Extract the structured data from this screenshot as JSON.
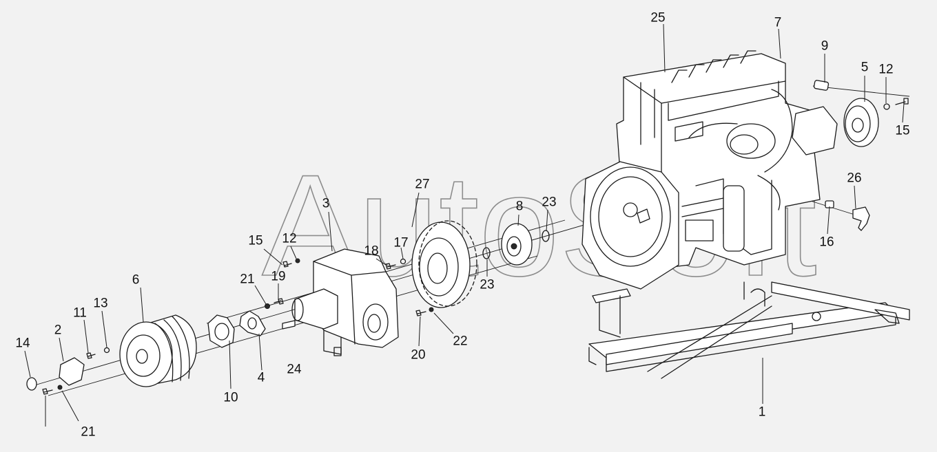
{
  "watermark": "AutoSoft",
  "callouts": [
    {
      "id": "c25a",
      "text": "25"
    },
    {
      "id": "c7",
      "text": "7"
    },
    {
      "id": "c9",
      "text": "9"
    },
    {
      "id": "c5",
      "text": "5"
    },
    {
      "id": "c12a",
      "text": "12"
    },
    {
      "id": "c15a",
      "text": "15"
    },
    {
      "id": "c26",
      "text": "26"
    },
    {
      "id": "c16",
      "text": "16"
    },
    {
      "id": "c27",
      "text": "27"
    },
    {
      "id": "c3",
      "text": "3"
    },
    {
      "id": "c8",
      "text": "8"
    },
    {
      "id": "c23a",
      "text": "23"
    },
    {
      "id": "c23b",
      "text": "23"
    },
    {
      "id": "c15b",
      "text": "15"
    },
    {
      "id": "c12b",
      "text": "12"
    },
    {
      "id": "c18",
      "text": "18"
    },
    {
      "id": "c17",
      "text": "17"
    },
    {
      "id": "c21a",
      "text": "21"
    },
    {
      "id": "c19",
      "text": "19"
    },
    {
      "id": "c6",
      "text": "6"
    },
    {
      "id": "c11",
      "text": "11"
    },
    {
      "id": "c13",
      "text": "13"
    },
    {
      "id": "c2",
      "text": "2"
    },
    {
      "id": "c14",
      "text": "14"
    },
    {
      "id": "c10",
      "text": "10"
    },
    {
      "id": "c4",
      "text": "4"
    },
    {
      "id": "c24",
      "text": "24"
    },
    {
      "id": "c20",
      "text": "20"
    },
    {
      "id": "c22",
      "text": "22"
    },
    {
      "id": "c1",
      "text": "1"
    },
    {
      "id": "c21b",
      "text": "21"
    }
  ]
}
